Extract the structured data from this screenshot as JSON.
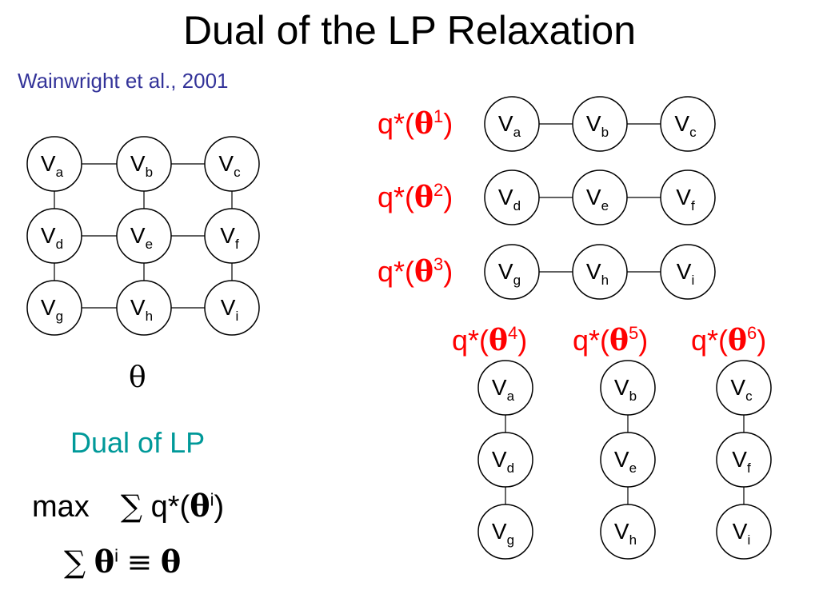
{
  "slide": {
    "title": "Dual of the LP Relaxation",
    "citation": "Wainwright et al., 2001",
    "theta_symbol": "θ",
    "dual_heading": "Dual of LP",
    "objective": {
      "max_word": "max",
      "sum": "∑",
      "q_open": "q*(",
      "theta": "θ",
      "index": "i",
      "close": ")"
    },
    "constraint": {
      "sum": "∑",
      "theta": "θ",
      "index": "i",
      "equiv": "≡",
      "theta_rhs": "θ"
    }
  },
  "colors": {
    "citation": "#333399",
    "red_label": "#ff0000",
    "dual_heading": "#009999",
    "line": "#000000"
  },
  "grid": {
    "nodes": [
      [
        "a",
        "b",
        "c"
      ],
      [
        "d",
        "e",
        "f"
      ],
      [
        "g",
        "h",
        "i"
      ]
    ]
  },
  "rows": [
    {
      "label": {
        "prefix": "q*(",
        "theta": "θ",
        "sup": "1",
        "suffix": ")"
      },
      "nodes": [
        "a",
        "b",
        "c"
      ]
    },
    {
      "label": {
        "prefix": "q*(",
        "theta": "θ",
        "sup": "2",
        "suffix": ")"
      },
      "nodes": [
        "d",
        "e",
        "f"
      ]
    },
    {
      "label": {
        "prefix": "q*(",
        "theta": "θ",
        "sup": "3",
        "suffix": ")"
      },
      "nodes": [
        "g",
        "h",
        "i"
      ]
    }
  ],
  "columns": [
    {
      "label": {
        "prefix": "q*(",
        "theta": "θ",
        "sup": "4",
        "suffix": ")"
      },
      "nodes": [
        "a",
        "d",
        "g"
      ]
    },
    {
      "label": {
        "prefix": "q*(",
        "theta": "θ",
        "sup": "5",
        "suffix": ")"
      },
      "nodes": [
        "b",
        "e",
        "h"
      ]
    },
    {
      "label": {
        "prefix": "q*(",
        "theta": "θ",
        "sup": "6",
        "suffix": ")"
      },
      "nodes": [
        "c",
        "f",
        "i"
      ]
    }
  ],
  "node_letter": "V"
}
